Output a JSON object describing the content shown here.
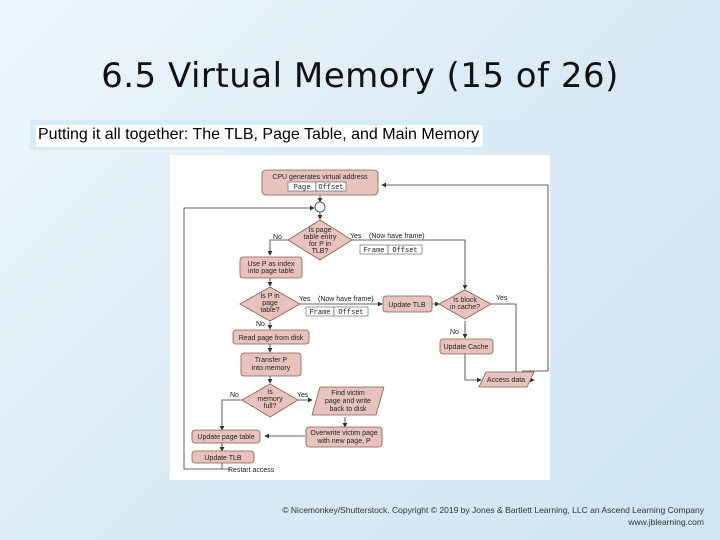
{
  "slide": {
    "title": "6.5 Virtual Memory (15 of 26)",
    "subtitle": "Putting it all together: The TLB, Page Table, and Main Memory",
    "copyright_line1": "© Nicemonkey/Shutterstock. Copyright © 2019 by Jones & Bartlett Learning, LLC an Ascend Learning Company",
    "copyright_line2": "www.jblearning.com"
  },
  "flowchart": {
    "cpu": "CPU generates virtual address",
    "field_page": "Page",
    "field_offset": "Offset",
    "field_frame": "Frame",
    "d1": [
      "Is page",
      "table entry",
      "for P in",
      "TLB?"
    ],
    "d1_yes": "Yes",
    "d1_yes_note": "(Now have frame)",
    "d1_no": "No",
    "use_p": [
      "Use P as index",
      "into page table"
    ],
    "d2": [
      "Is P in",
      "page",
      "table?"
    ],
    "d2_yes": "Yes",
    "d2_yes_note": "(Now have frame)",
    "d2_no": "No",
    "update_tlb_right": "Update TLB",
    "d3": [
      "Is block",
      "in cache?"
    ],
    "d3_yes": "Yes",
    "d3_no": "No",
    "update_cache": "Update Cache",
    "access_data": "Access data",
    "read_page": "Read page from disk",
    "transfer": [
      "Transfer P",
      "into memory"
    ],
    "d4": [
      "Is",
      "memory",
      "full?"
    ],
    "d4_yes": "Yes",
    "d4_no": "No",
    "find_victim": [
      "Find victim",
      "page and write",
      "back to disk"
    ],
    "overwrite": [
      "Overwrite victim page",
      "with new page, P"
    ],
    "update_pt": "Update page table",
    "update_tlb_bottom": "Update TLB",
    "restart": "Restart access"
  }
}
